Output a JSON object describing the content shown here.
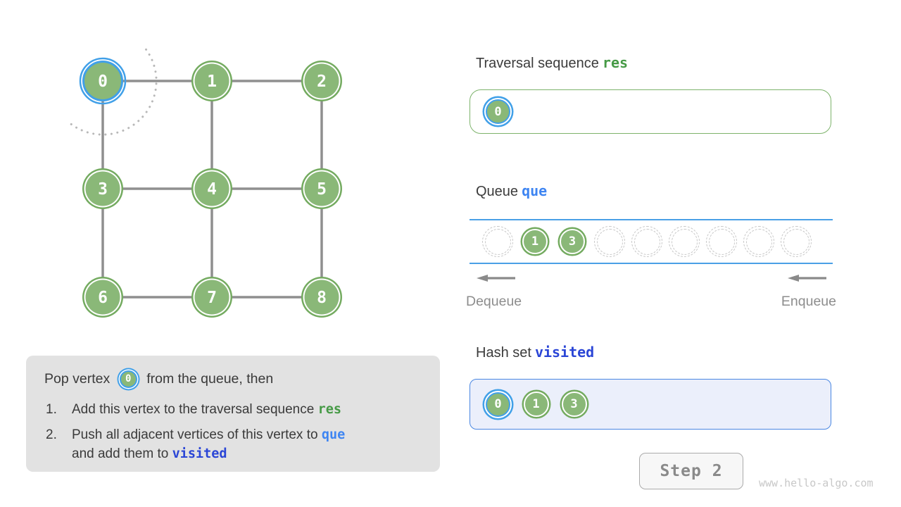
{
  "colors": {
    "vertex_green": "#8ab878",
    "vertex_green_border": "#74ab60",
    "highlight_blue": "#41a0e8",
    "code_green": "#469a46",
    "code_blue": "#3e85f2",
    "code_indigo": "#2b46d6",
    "queue_line_blue": "#4aa0e6",
    "visited_box_border": "#4a87e2",
    "visited_box_bg": "#ebeffb",
    "res_box_border": "#7db36b"
  },
  "graph": {
    "vertices": [
      {
        "id": "0",
        "col": 0,
        "row": 0,
        "highlighted": true
      },
      {
        "id": "1",
        "col": 1,
        "row": 0
      },
      {
        "id": "2",
        "col": 2,
        "row": 0
      },
      {
        "id": "3",
        "col": 0,
        "row": 1
      },
      {
        "id": "4",
        "col": 1,
        "row": 1
      },
      {
        "id": "5",
        "col": 2,
        "row": 1
      },
      {
        "id": "6",
        "col": 0,
        "row": 2
      },
      {
        "id": "7",
        "col": 1,
        "row": 2
      },
      {
        "id": "8",
        "col": 2,
        "row": 2
      }
    ],
    "edges": [
      [
        "0",
        "1"
      ],
      [
        "1",
        "2"
      ],
      [
        "0",
        "3"
      ],
      [
        "1",
        "4"
      ],
      [
        "2",
        "5"
      ],
      [
        "3",
        "4"
      ],
      [
        "4",
        "5"
      ],
      [
        "3",
        "6"
      ],
      [
        "4",
        "7"
      ],
      [
        "5",
        "8"
      ],
      [
        "6",
        "7"
      ],
      [
        "7",
        "8"
      ]
    ]
  },
  "explanation": {
    "intro_before": "Pop vertex",
    "intro_badge": "0",
    "intro_after": "from the queue, then",
    "items": [
      {
        "number": "1.",
        "segments": [
          {
            "text": "Add this vertex to the traversal sequence "
          },
          {
            "text": "res",
            "code": "green"
          }
        ]
      },
      {
        "number": "2.",
        "segments": [
          {
            "text": "Push all adjacent vertices of this vertex to "
          },
          {
            "text": "que",
            "code": "blue"
          },
          {
            "br": true
          },
          {
            "text": "and add them to "
          },
          {
            "text": "visited",
            "code": "indigo"
          }
        ]
      }
    ]
  },
  "traversal": {
    "title": "Traversal sequence",
    "code": "res",
    "items": [
      {
        "label": "0",
        "highlighted": true
      }
    ]
  },
  "queue": {
    "title": "Queue",
    "code": "que",
    "slots": [
      null,
      "1",
      "3",
      null,
      null,
      null,
      null,
      null,
      null
    ],
    "dequeue_label": "Dequeue",
    "enqueue_label": "Enqueue"
  },
  "hash_set": {
    "title": "Hash set",
    "code": "visited",
    "items": [
      {
        "label": "0",
        "highlighted": true
      },
      {
        "label": "1"
      },
      {
        "label": "3"
      }
    ]
  },
  "footer": {
    "step_label": "Step 2",
    "watermark": "www.hello-algo.com"
  }
}
